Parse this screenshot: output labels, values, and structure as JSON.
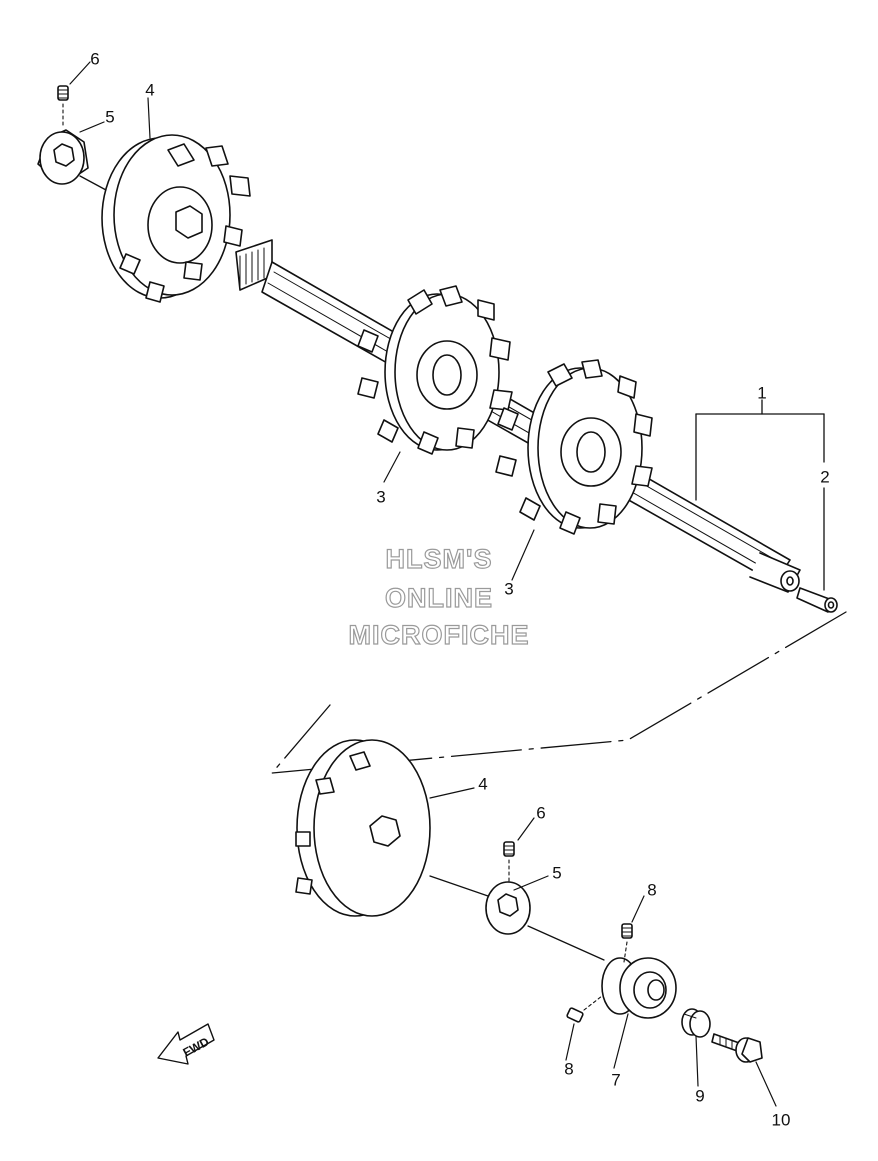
{
  "callouts": {
    "c1": "1",
    "c2": "2",
    "c3a": "3",
    "c3b": "3",
    "c4a": "4",
    "c4b": "4",
    "c5a": "5",
    "c5b": "5",
    "c6a": "6",
    "c6b": "6",
    "c7": "7",
    "c8a": "8",
    "c8b": "8",
    "c9": "9",
    "c10": "10"
  },
  "watermark": {
    "line1": "HLSM'S",
    "line2": "ONLINE",
    "line3": "MICROFICHE"
  },
  "fwd_label": "FWD",
  "colors": {
    "line": "#111111",
    "watermark_outline": "#9a9a9a"
  }
}
